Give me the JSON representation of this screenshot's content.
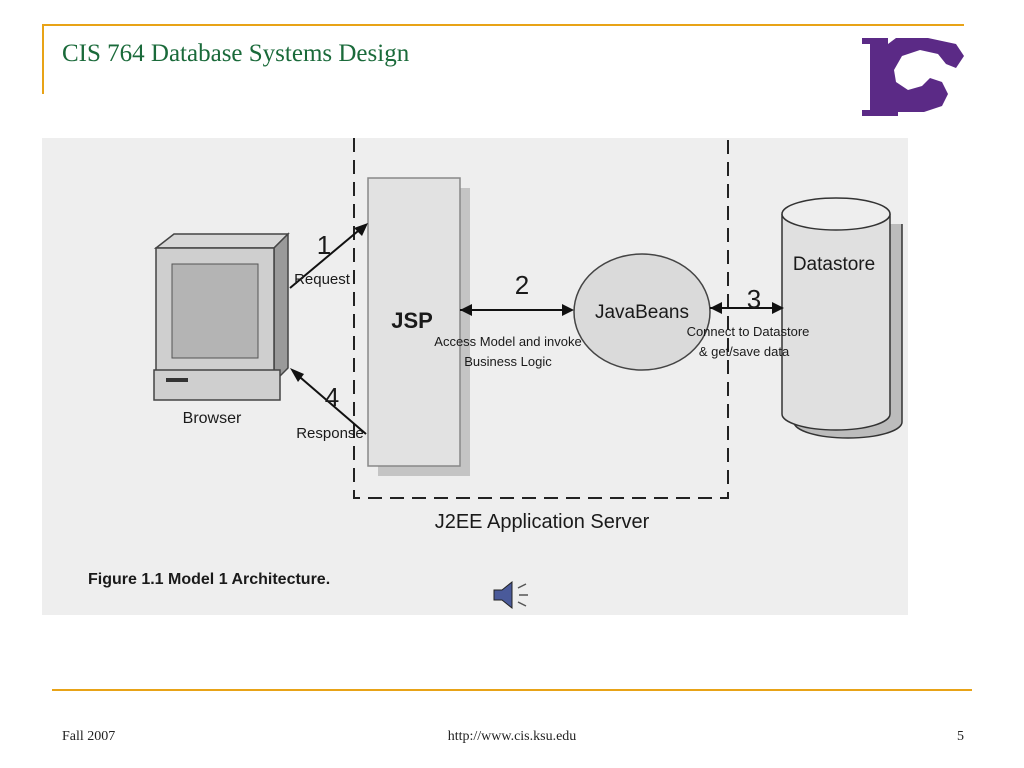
{
  "slide": {
    "title": "CIS 764 Database Systems Design",
    "footer_left": "Fall 2007",
    "footer_center": "http://www.cis.ksu.edu",
    "page_number": "5"
  },
  "diagram": {
    "browser_label": "Browser",
    "jsp_label": "JSP",
    "javabeans_label": "JavaBeans",
    "datastore_label": "Datastore",
    "server_label": "J2EE Application Server",
    "step1_number": "1",
    "step1_label": "Request",
    "step2_number": "2",
    "step2_line1": "Access Model and invoke",
    "step2_line2": "Business Logic",
    "step3_number": "3",
    "step3_line1": "Connect to Datastore",
    "step3_line2": "& get/save data",
    "step4_number": "4",
    "step4_label": "Response",
    "caption": "Figure 1.1 Model 1 Architecture."
  },
  "icons": {
    "logo": "powercat-logo-icon",
    "sound": "speaker-icon"
  },
  "colors": {
    "accent": "#e8a317",
    "title": "#1a6a3a",
    "logo": "#5b2a86"
  }
}
